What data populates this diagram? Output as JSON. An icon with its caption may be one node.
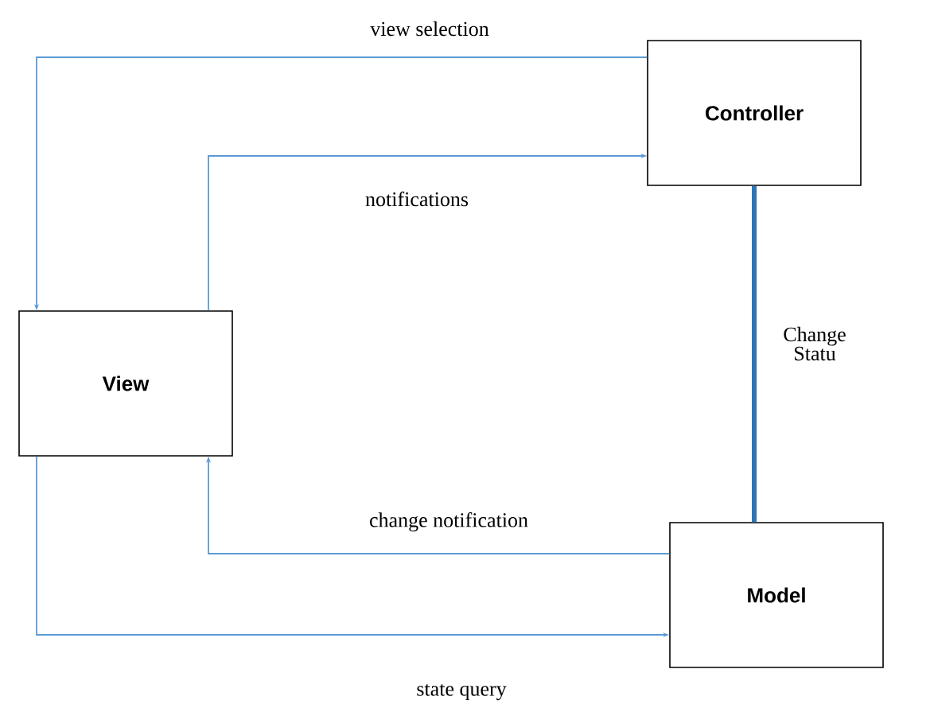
{
  "diagram": {
    "nodes": [
      {
        "text": [
          "Controller"
        ]
      },
      {
        "text": [
          "View"
        ]
      },
      {
        "text": [
          "Model"
        ]
      }
    ],
    "edges": [
      {
        "from": 0,
        "to": 1,
        "arrow": "to",
        "label": "view selection"
      },
      {
        "from": 1,
        "to": 0,
        "arrow": "to",
        "label": "notifications"
      },
      {
        "from": 0,
        "to": 2,
        "arrow": "none",
        "label": "Change Statu",
        "style": "thick",
        "color": "#2e75b6"
      },
      {
        "from": 2,
        "to": 1,
        "arrow": "to",
        "label": "change notification"
      },
      {
        "from": 1,
        "to": 2,
        "arrow": "to",
        "label": "state query"
      }
    ]
  }
}
